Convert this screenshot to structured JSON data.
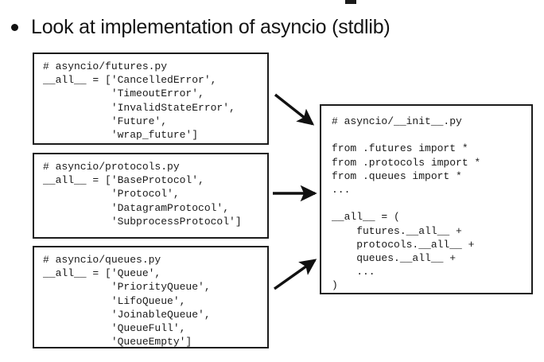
{
  "slide": {
    "background_color": "#ffffff",
    "ink_color": "#1a1a1a",
    "title_sliver": "",
    "bullet": {
      "marker": "bullet-dot",
      "text": "Look at implementation of asyncio (stdlib)"
    }
  },
  "code_boxes": [
    {
      "name": "futures",
      "filename": "# asyncio/futures.py",
      "symbol": "__all__",
      "exports": [
        "'CancelledError'",
        "'TimeoutError'",
        "'InvalidStateError'",
        "'Future'",
        "'wrap_future'"
      ],
      "code": "# asyncio/futures.py\n__all__ = ['CancelledError',\n           'TimeoutError',\n           'InvalidStateError',\n           'Future',\n           'wrap_future']"
    },
    {
      "name": "protocols",
      "filename": "# asyncio/protocols.py",
      "symbol": "__all__",
      "exports": [
        "'BaseProtocol'",
        "'Protocol'",
        "'DatagramProtocol'",
        "'SubprocessProtocol'"
      ],
      "code": "# asyncio/protocols.py\n__all__ = ['BaseProtocol',\n           'Protocol',\n           'DatagramProtocol',\n           'SubprocessProtocol']"
    },
    {
      "name": "queues",
      "filename": "# asyncio/queues.py",
      "symbol": "__all__",
      "exports": [
        "'Queue'",
        "'PriorityQueue'",
        "'LifoQueue'",
        "'JoinableQueue'",
        "'QueueFull'",
        "'QueueEmpty'"
      ],
      "code": "# asyncio/queues.py\n__all__ = ['Queue',\n           'PriorityQueue',\n           'LifoQueue',\n           'JoinableQueue',\n           'QueueFull',\n           'QueueEmpty']"
    }
  ],
  "init_box": {
    "name": "init",
    "filename": "# asyncio/__init__.py",
    "imports": [
      "from .futures import *",
      "from .protocols import *",
      "from .queues import *",
      "..."
    ],
    "aggregate": [
      "__all__ = (",
      "    futures.__all__ +",
      "    protocols.__all__ +",
      "    queues.__all__ +",
      "    ...",
      ")"
    ],
    "code": "# asyncio/__init__.py\n\nfrom .futures import *\nfrom .protocols import *\nfrom .queues import *\n...\n\n__all__ = (\n    futures.__all__ +\n    protocols.__all__ +\n    queues.__all__ +\n    ...\n)"
  },
  "arrows": [
    {
      "name": "arrow-futures-to-init",
      "from": "futures",
      "to": "init",
      "direction": "down-right"
    },
    {
      "name": "arrow-protocols-to-init",
      "from": "protocols",
      "to": "init",
      "direction": "right"
    },
    {
      "name": "arrow-queues-to-init",
      "from": "queues",
      "to": "init",
      "direction": "up-right"
    }
  ]
}
